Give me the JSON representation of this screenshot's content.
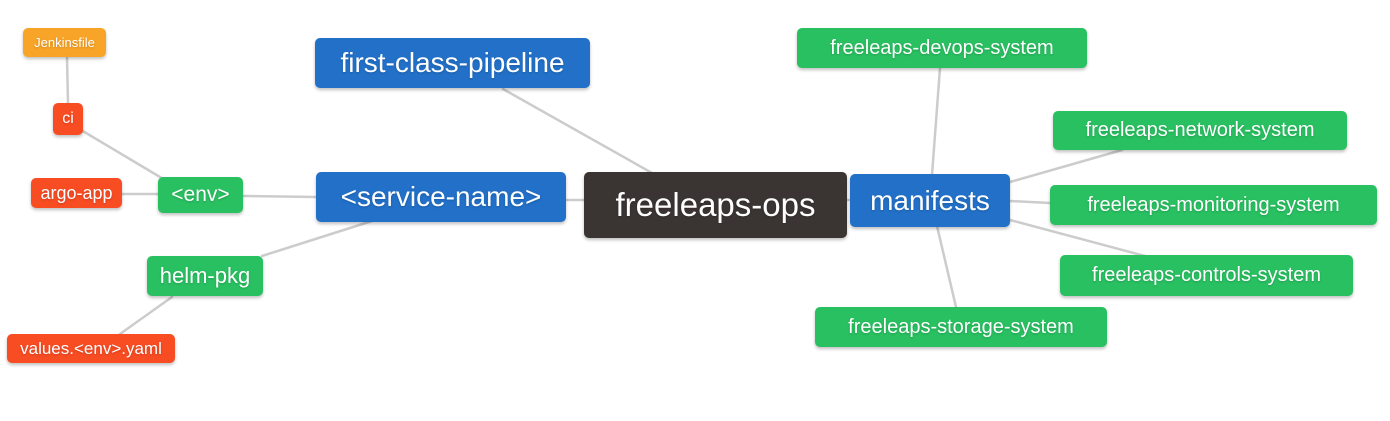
{
  "diagram": {
    "type": "mindmap",
    "root": "freeleaps-ops",
    "colors": {
      "blue": "#2270C8",
      "green": "#29C061",
      "red": "#F84C23",
      "orange": "#F8A428",
      "dark": "#3A3432",
      "edge": "#CCCCCC",
      "text": "#FFFFFF"
    },
    "nodes": {
      "jenkinsfile": {
        "label": "Jenkinsfile",
        "color": "#F8A428"
      },
      "ci": {
        "label": "ci",
        "color": "#F84C23"
      },
      "argo_app": {
        "label": "argo-app",
        "color": "#F84C23"
      },
      "env": {
        "label": "<env>",
        "color": "#29C061"
      },
      "helm_pkg": {
        "label": "helm-pkg",
        "color": "#29C061"
      },
      "values_env_yaml": {
        "label": "values.<env>.yaml",
        "color": "#F84C23"
      },
      "first_class_pipeline": {
        "label": "first-class-pipeline",
        "color": "#2270C8"
      },
      "service_name": {
        "label": "<service-name>",
        "color": "#2270C8"
      },
      "freeleaps_ops": {
        "label": "freeleaps-ops",
        "color": "#3A3432"
      },
      "manifests": {
        "label": "manifests",
        "color": "#2270C8"
      },
      "devops_system": {
        "label": "freeleaps-devops-system",
        "color": "#29C061"
      },
      "network_system": {
        "label": "freeleaps-network-system",
        "color": "#29C061"
      },
      "monitoring_system": {
        "label": "freeleaps-monitoring-system",
        "color": "#29C061"
      },
      "controls_system": {
        "label": "freeleaps-controls-system",
        "color": "#29C061"
      },
      "storage_system": {
        "label": "freeleaps-storage-system",
        "color": "#29C061"
      }
    },
    "edges": [
      [
        "Jenkinsfile",
        "ci"
      ],
      [
        "ci",
        "<env>"
      ],
      [
        "argo-app",
        "<env>"
      ],
      [
        "<env>",
        "<service-name>"
      ],
      [
        "helm-pkg",
        "<service-name>"
      ],
      [
        "values.<env>.yaml",
        "helm-pkg"
      ],
      [
        "first-class-pipeline",
        "freeleaps-ops"
      ],
      [
        "<service-name>",
        "freeleaps-ops"
      ],
      [
        "freeleaps-ops",
        "manifests"
      ],
      [
        "manifests",
        "freeleaps-devops-system"
      ],
      [
        "manifests",
        "freeleaps-network-system"
      ],
      [
        "manifests",
        "freeleaps-monitoring-system"
      ],
      [
        "manifests",
        "freeleaps-controls-system"
      ],
      [
        "manifests",
        "freeleaps-storage-system"
      ]
    ]
  }
}
